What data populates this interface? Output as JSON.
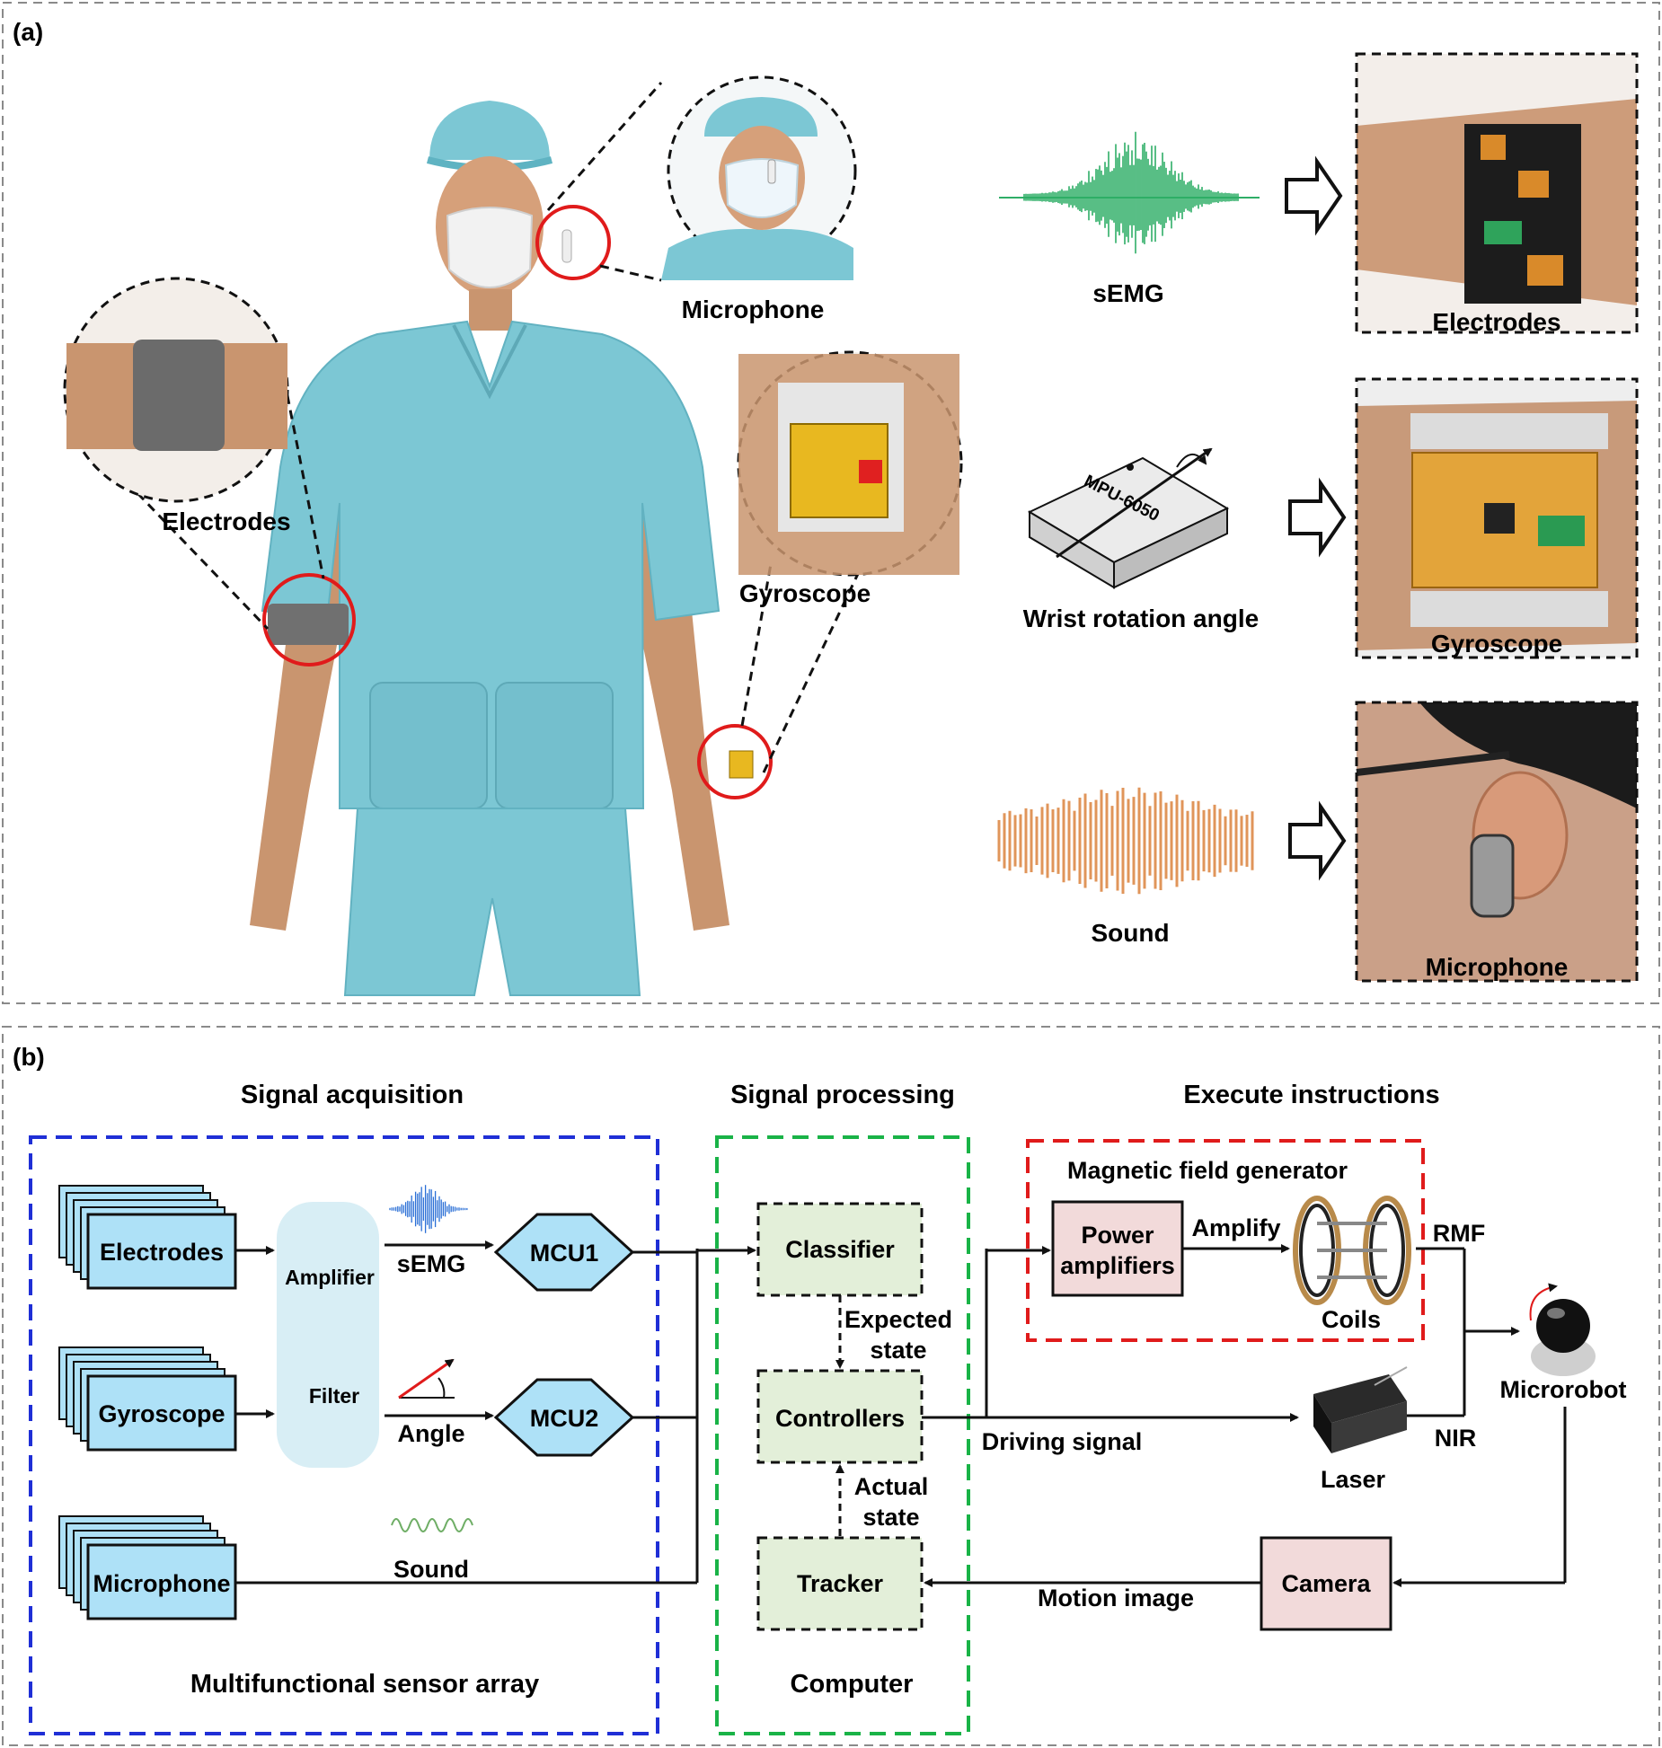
{
  "panel_a": {
    "label": "(a)",
    "callouts": {
      "microphone": "Microphone",
      "electrodes": "Electrodes",
      "gyroscope": "Gyroscope"
    },
    "signals": {
      "semg": "sEMG",
      "wrist": "Wrist rotation angle",
      "sound": "Sound",
      "chip_label": "MPU-6050"
    },
    "photos": {
      "electrodes": "Electrodes",
      "gyroscope": "Gyroscope",
      "microphone": "Microphone"
    }
  },
  "panel_b": {
    "label": "(b)",
    "sections": {
      "acquisition": "Signal acquisition",
      "processing": "Signal processing",
      "execute": "Execute instructions"
    },
    "sensor_array": {
      "title": "Multifunctional sensor array",
      "electrodes": "Electrodes",
      "gyroscope": "Gyroscope",
      "microphone": "Microphone",
      "amplifier": "Amplifier",
      "filter": "Filter",
      "semg": "sEMG",
      "angle": "Angle",
      "sound": "Sound",
      "mcu1": "MCU1",
      "mcu2": "MCU2"
    },
    "computer": {
      "title": "Computer",
      "classifier": "Classifier",
      "expected_line1": "Expected",
      "expected_line2": "state",
      "controllers": "Controllers",
      "actual_line1": "Actual",
      "actual_line2": "state",
      "tracker": "Tracker"
    },
    "execute": {
      "magnetic": "Magnetic field generator",
      "power_line1": "Power",
      "power_line2": "amplifiers",
      "amplify": "Amplify",
      "coils": "Coils",
      "rmf": "RMF",
      "laser": "Laser",
      "nir": "NIR",
      "microrobot": "Microrobot",
      "driving": "Driving signal",
      "camera": "Camera",
      "motion": "Motion image"
    }
  },
  "colors": {
    "scrubs": "#7cc7d4",
    "skin": "#c9956f",
    "red": "#e01b1b",
    "blue": "#1f2fd6",
    "green": "#19b347",
    "sensor_box": "#aee1f7",
    "filter_bg": "#d8eef5",
    "computer_box": "#e3efd9",
    "execute_box": "#f2dada",
    "semg_wave": "#2fae67",
    "sound_wave": "#e0955a"
  }
}
